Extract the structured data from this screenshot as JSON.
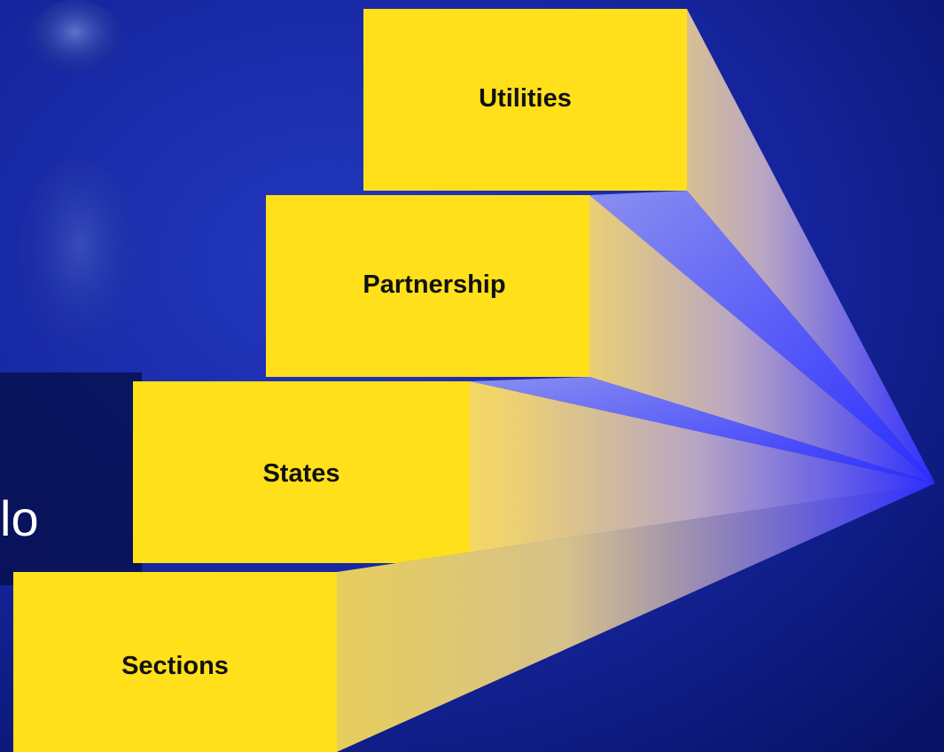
{
  "slide": {
    "partial_text": "lo",
    "colors": {
      "background_dark": "#071264",
      "background_mid": "#1a2fb0",
      "box_yellow": "#ffe01a",
      "beam_blue": "#3a3cff"
    }
  },
  "diagram": {
    "boxes": [
      {
        "id": "utilities",
        "label": "Utilities"
      },
      {
        "id": "partnership",
        "label": "Partnership"
      },
      {
        "id": "states",
        "label": "States"
      },
      {
        "id": "sections",
        "label": "Sections"
      }
    ],
    "focal_point": "right edge, converging beams"
  }
}
